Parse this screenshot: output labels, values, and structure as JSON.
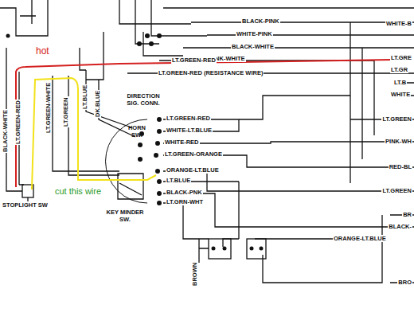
{
  "diagram": {
    "labels": [
      "BLACK-PINK",
      "WHITE-PINK",
      "BLACK-WHITE",
      "PINK-WHITE",
      "LT.GREEN-RED",
      "LT.GREEN-RED (RESISTANCE WIRE)",
      "WHITE-B",
      "LT.GRE",
      "LT.GR",
      "LT.B",
      "WHITE",
      "LT.GREEN",
      "PINK-WH",
      "RED-BL",
      "LT.GREEN",
      "BR",
      "BLACK-",
      "ORANGE-LT.BLUE",
      "BRO",
      "hot",
      "BLACK-WHITE",
      "LT.GREEN-RED",
      "LT.GREEN-WHITE",
      "LT.GREEN",
      "LT.BLUE",
      "DK.BLUE",
      "DIRECTION SIG. CONN.",
      "HORN SW.",
      "LT.GREEN-RED",
      "WHITE-LT.BLUE",
      "WHITE-RED",
      "LT.GREEN-ORANGE",
      "ORANGE-LT.BLUE",
      "LT.BLUE",
      "BLACK-PNK",
      "LT.GRN-WHT",
      "STOPLIGHT SW",
      "cut this wire",
      "KEY MINDER SW.",
      "BROWN"
    ]
  }
}
